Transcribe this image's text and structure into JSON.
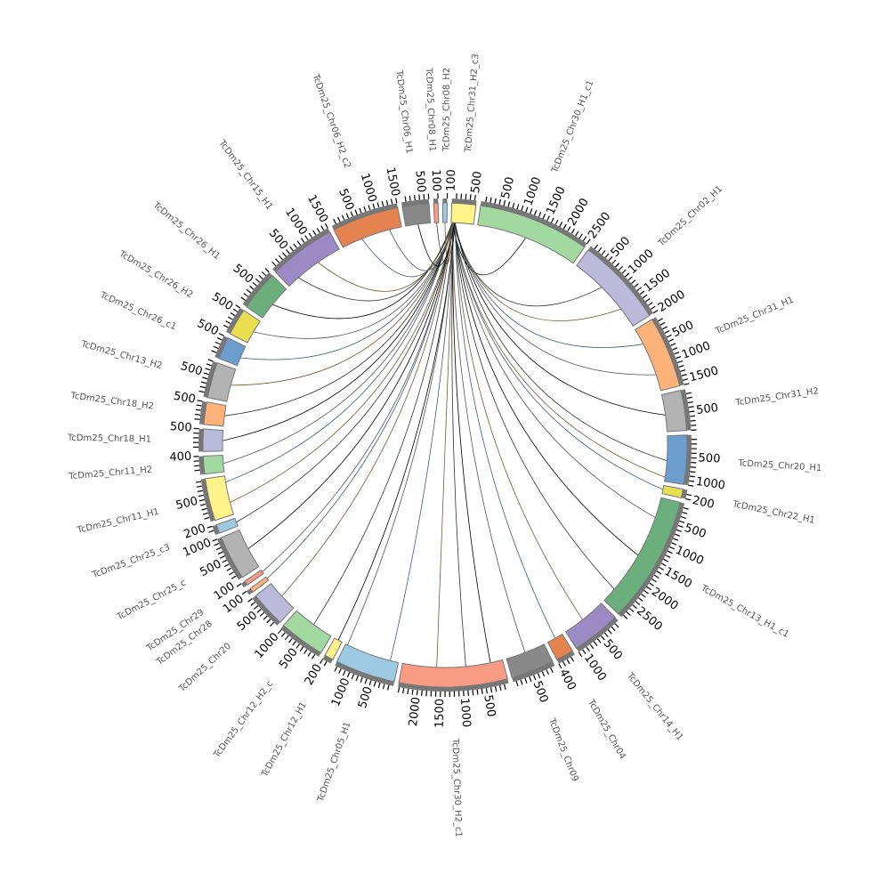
{
  "chart_data": {
    "type": "circos",
    "title": "",
    "tick_interval": 100,
    "segments": [
      {
        "name": "TcDm25_Chr31_H2_c3",
        "length": 540,
        "color": "#fff38a"
      },
      {
        "name": "TcDm25_Chr30_H1_c1",
        "length": 2500,
        "color": "#a1d9a0"
      },
      {
        "name": "TcDm25_Chr02_H1",
        "length": 2000,
        "color": "#bcbadb"
      },
      {
        "name": "TcDm25_Chr31_H1",
        "length": 1600,
        "color": "#fdb27a"
      },
      {
        "name": "TcDm25_Chr31_H2",
        "length": 900,
        "color": "#b3b3b3"
      },
      {
        "name": "TcDm25_Chr20_H1",
        "length": 1100,
        "color": "#6b9ece"
      },
      {
        "name": "TcDm25_Chr22_H1",
        "length": 200,
        "color": "#e9de50"
      },
      {
        "name": "TcDm25_Chr13_H1_c1",
        "length": 2860,
        "color": "#6aaf7c"
      },
      {
        "name": "TcDm25_Chr14_H1",
        "length": 1100,
        "color": "#9b8ac4"
      },
      {
        "name": "TcDm25_Chr04",
        "length": 400,
        "color": "#e4834f"
      },
      {
        "name": "TcDm25_Chr09",
        "length": 970,
        "color": "#888888"
      },
      {
        "name": "TcDm25_Chr30_H2_c1",
        "length": 2430,
        "color": "#f89b85"
      },
      {
        "name": "TcDm25_Chr05_H1",
        "length": 1350,
        "color": "#9ec9e2"
      },
      {
        "name": "TcDm25_Chr12_H1",
        "length": 200,
        "color": "#fff38a"
      },
      {
        "name": "TcDm25_Chr12_H2_c",
        "length": 1030,
        "color": "#a1d9a0"
      },
      {
        "name": "TcDm25_Chr20",
        "length": 800,
        "color": "#bcbadb"
      },
      {
        "name": "TcDm25_Chr28",
        "length": 100,
        "color": "#fdb27a"
      },
      {
        "name": "TcDm25_Chr29",
        "length": 100,
        "color": "#f89b85"
      },
      {
        "name": "TcDm25_Chr25_c",
        "length": 1000,
        "color": "#b3b3b3"
      },
      {
        "name": "TcDm25_Chr25_c3",
        "length": 200,
        "color": "#9ec9e2"
      },
      {
        "name": "TcDm25_Chr11_H1",
        "length": 950,
        "color": "#fff38a"
      },
      {
        "name": "TcDm25_Chr11_H2",
        "length": 400,
        "color": "#a1d9a0"
      },
      {
        "name": "TcDm25_Chr18_H1",
        "length": 500,
        "color": "#bcbadb"
      },
      {
        "name": "TcDm25_Chr18_H2",
        "length": 500,
        "color": "#fdb27a"
      },
      {
        "name": "TcDm25_Chr13_H2",
        "length": 800,
        "color": "#b3b3b3"
      },
      {
        "name": "TcDm25_Chr26_c1",
        "length": 500,
        "color": "#6b9ece"
      },
      {
        "name": "TcDm25_Chr26_H2",
        "length": 600,
        "color": "#e9de50"
      },
      {
        "name": "TcDm25_Chr26_H1",
        "length": 900,
        "color": "#6aaf7c"
      },
      {
        "name": "TcDm25_Chr15_H1",
        "length": 1500,
        "color": "#9b8ac4"
      },
      {
        "name": "TcDm25_Chr06_H2_c2",
        "length": 1500,
        "color": "#e4834f"
      },
      {
        "name": "TcDm25_Chr06_H1",
        "length": 600,
        "color": "#888888"
      },
      {
        "name": "TcDm25_Chr08_H1",
        "length": 100,
        "color": "#f89b85"
      },
      {
        "name": "TcDm25_Chr08_H2",
        "length": 100,
        "color": "#9ec9e2"
      }
    ],
    "links": [
      [
        1,
        1200
      ],
      [
        2,
        800
      ],
      [
        2,
        1500
      ],
      [
        3,
        400
      ],
      [
        3,
        1200
      ],
      [
        4,
        500
      ],
      [
        5,
        600
      ],
      [
        5,
        1000
      ],
      [
        6,
        100
      ],
      [
        7,
        500
      ],
      [
        7,
        1500
      ],
      [
        7,
        2500
      ],
      [
        8,
        600
      ],
      [
        9,
        200
      ],
      [
        10,
        500
      ],
      [
        11,
        300
      ],
      [
        11,
        900
      ],
      [
        11,
        1600
      ],
      [
        12,
        200
      ],
      [
        12,
        1300
      ],
      [
        13,
        100
      ],
      [
        14,
        500
      ],
      [
        15,
        400
      ],
      [
        16,
        50
      ],
      [
        17,
        50
      ],
      [
        18,
        500
      ],
      [
        19,
        100
      ],
      [
        20,
        300
      ],
      [
        20,
        800
      ],
      [
        21,
        200
      ],
      [
        22,
        250
      ],
      [
        23,
        250
      ],
      [
        24,
        400
      ],
      [
        25,
        200
      ],
      [
        26,
        300
      ],
      [
        27,
        400
      ],
      [
        28,
        300
      ],
      [
        28,
        900
      ],
      [
        29,
        500
      ],
      [
        29,
        1200
      ],
      [
        30,
        300
      ],
      [
        31,
        50
      ],
      [
        32,
        50
      ]
    ]
  }
}
